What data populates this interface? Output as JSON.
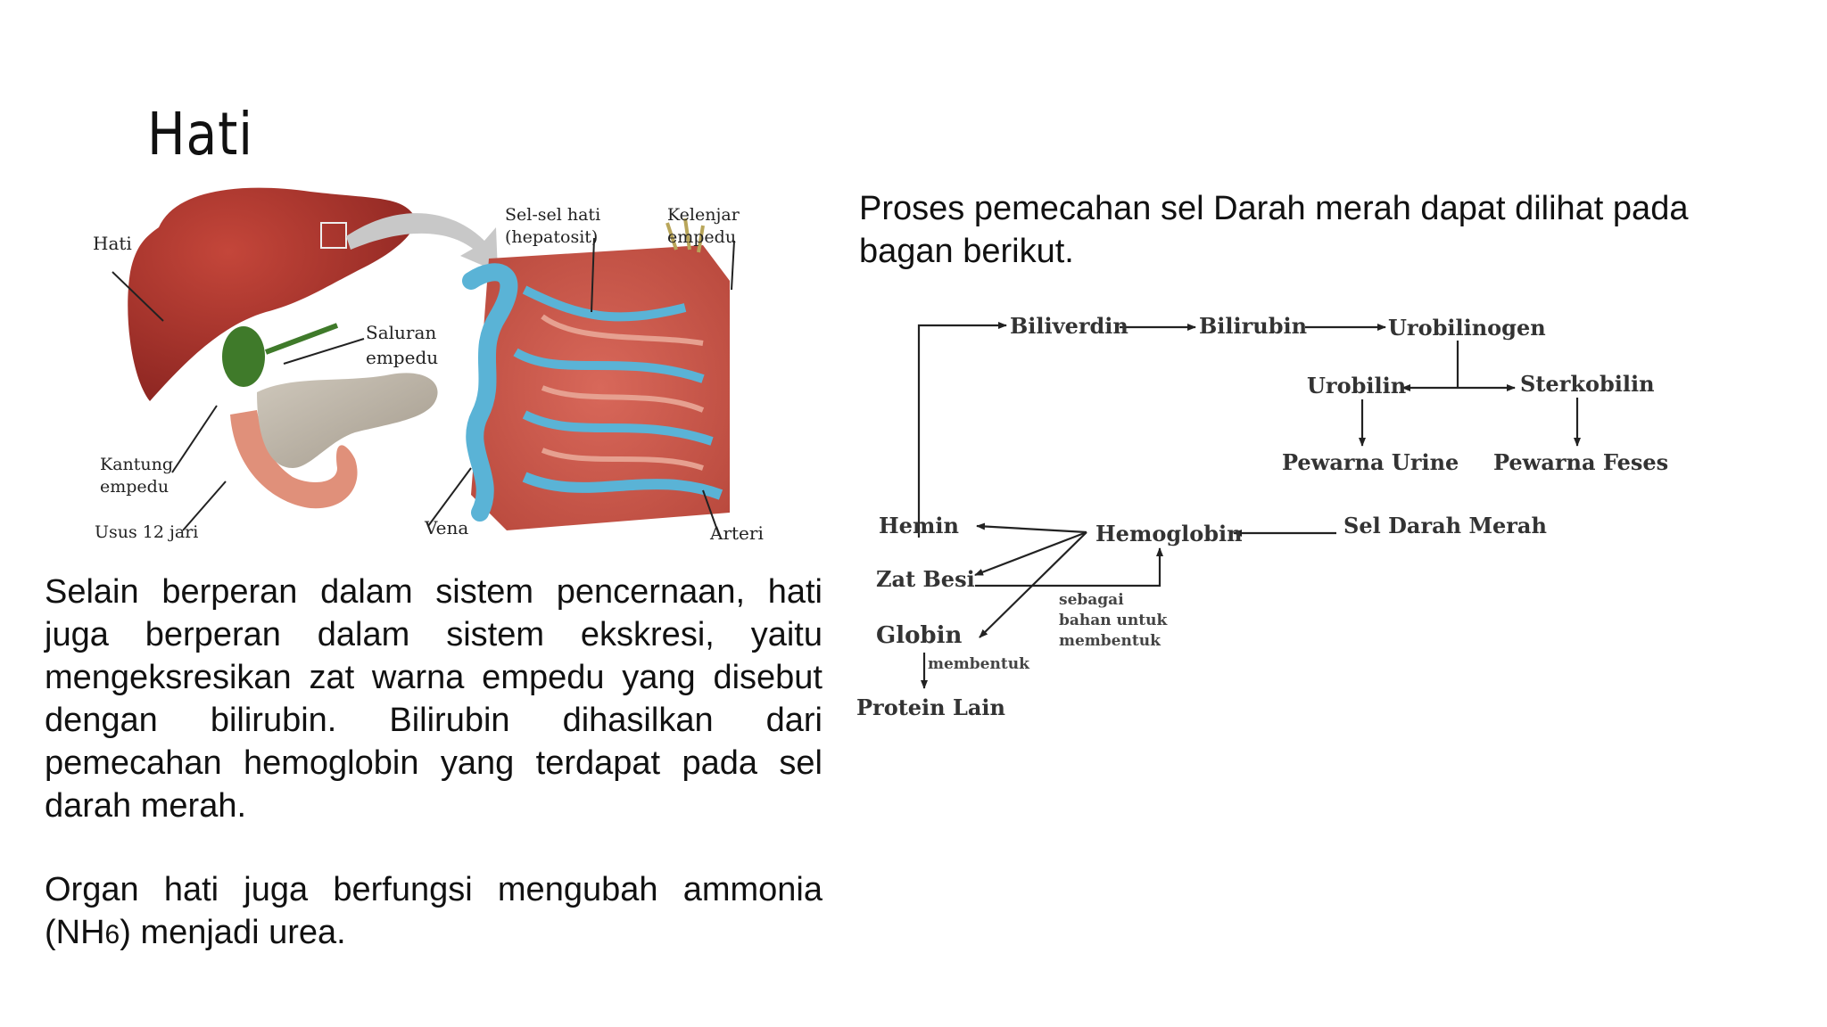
{
  "slide": {
    "title": "Hati",
    "figure_labels": {
      "hati": "Hati",
      "saluran_empedu_1": "Saluran",
      "saluran_empedu_2": "empedu",
      "kantung_empedu_1": "Kantung",
      "kantung_empedu_2": "empedu",
      "usus": "Usus 12 jari",
      "vena": "Vena",
      "sel_hati_1": "Sel-sel hati",
      "sel_hati_2": "(hepatosit)",
      "kelenjar_1": "Kelenjar",
      "kelenjar_2": "empedu",
      "arteri": "Arteri"
    },
    "paragraph1": "Selain berperan dalam sistem pencernaan, hati juga berperan dalam sistem ekskresi, yaitu mengeksresikan zat warna empedu yang disebut dengan bilirubin. Bilirubin dihasilkan dari pemecahan hemoglobin yang terdapat pada sel darah merah.",
    "paragraph2_pre": "Organ hati juga berfungsi mengubah ammonia (NH",
    "paragraph2_sub": "6",
    "paragraph2_post": ") menjadi urea.",
    "intro": "Proses pemecahan sel Darah merah dapat dilihat pada bagan berikut."
  },
  "flowchart": {
    "biliverdin": "Biliverdin",
    "bilirubin": "Bilirubin",
    "urobilinogen": "Urobilinogen",
    "urobilin": "Urobilin",
    "sterkobilin": "Sterkobilin",
    "pewarna_urine": "Pewarna Urine",
    "pewarna_feses": "Pewarna Feses",
    "hemin": "Hemin",
    "hemoglobin": "Hemoglobin",
    "sel_darah_merah": "Sel Darah Merah",
    "zat_besi": "Zat Besi",
    "globin": "Globin",
    "protein_lain": "Protein Lain",
    "membentuk": "membentuk",
    "sebagai_1": "sebagai",
    "sebagai_2": "bahan untuk",
    "sebagai_3": "membentuk"
  },
  "colors": {
    "liver": "#a8322a",
    "gallbladder": "#3f7a2a",
    "pancreas": "#b9b1a4",
    "intestine": "#e0907a",
    "vessel_blue": "#5ab3d6"
  }
}
